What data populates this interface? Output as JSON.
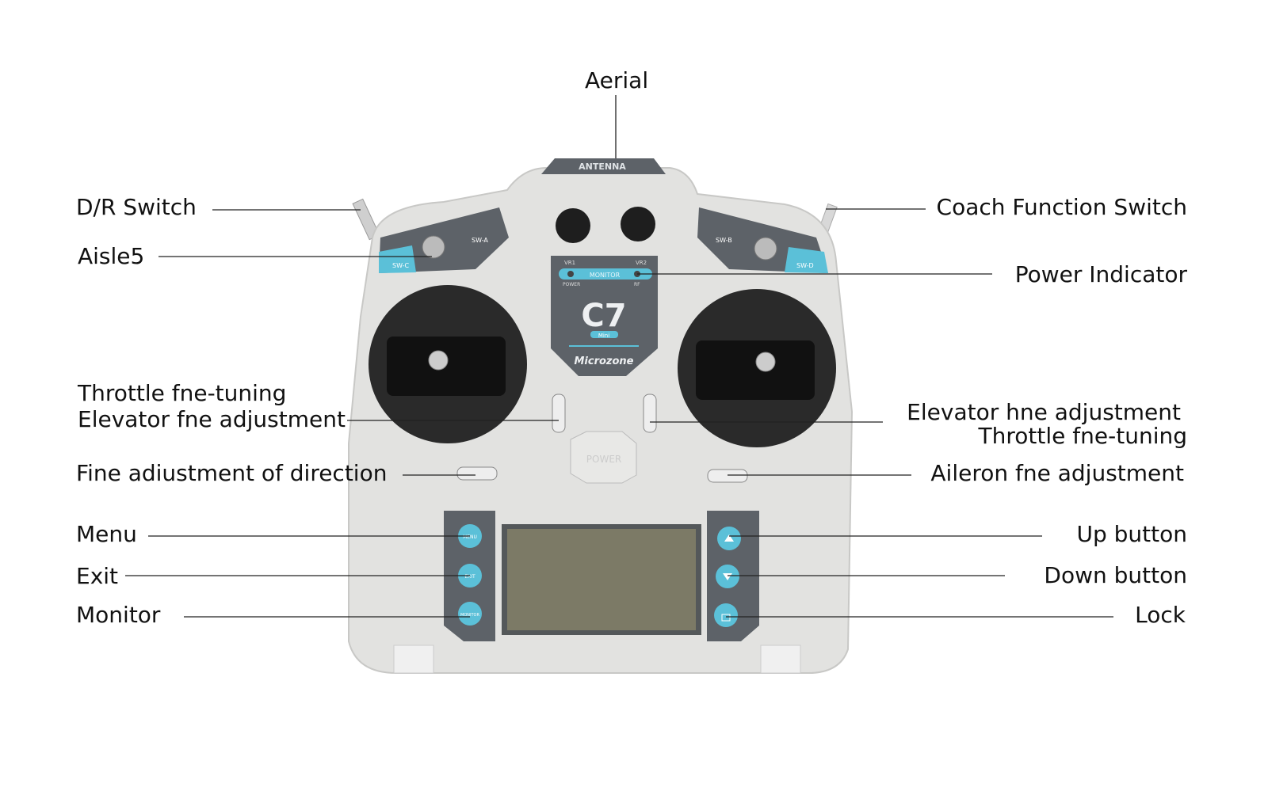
{
  "labels": {
    "aerial": "Aerial",
    "dr_switch": "D/R Switch",
    "aisle5": "Aisle5",
    "throttle_left": "Throttle fne-tuning",
    "elevator_left": "Elevator fne adjustment",
    "direction": "Fine adiustment of direction",
    "menu": "Menu",
    "exit": "Exit",
    "monitor": "Monitor",
    "coach": "Coach Function Switch",
    "power_indicator": "Power Indicator",
    "elevator_right": "Elevator hne adjustment",
    "throttle_right": "Throttle fne-tuning",
    "aileron": "Aileron fne adjustment",
    "up": "Up button",
    "down": "Down button",
    "lock": "Lock"
  },
  "device": {
    "antenna": "ANTENNA",
    "vr1": "VR1",
    "vr2": "VR2",
    "monitor": "MONITOR",
    "power": "POWER",
    "rf": "RF",
    "model": "C7",
    "variant": "Mini",
    "brand": "Microzone",
    "sw_a": "SW-A",
    "sw_b": "SW-B",
    "sw_c": "SW-C",
    "sw_d": "SW-D",
    "power_button": "POWER",
    "btn_menu": "MENU",
    "btn_exit": "EXIT",
    "btn_monitor": "MONITOR"
  },
  "colors": {
    "accent": "#5bc0d8",
    "body": "#e4e4e2",
    "panel": "#5d6268"
  }
}
